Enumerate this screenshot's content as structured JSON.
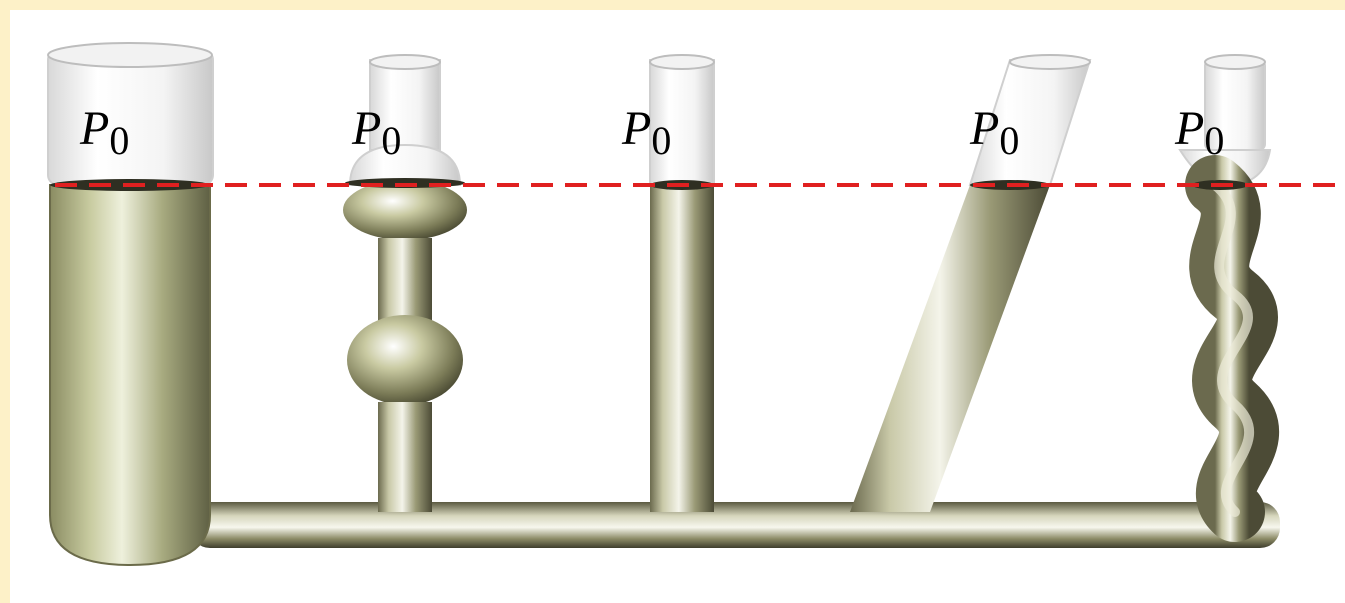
{
  "diagram": {
    "pressure_labels": [
      {
        "symbol": "P",
        "subscript": "0"
      },
      {
        "symbol": "P",
        "subscript": "0"
      },
      {
        "symbol": "P",
        "subscript": "0"
      },
      {
        "symbol": "P",
        "subscript": "0"
      },
      {
        "symbol": "P",
        "subscript": "0"
      }
    ],
    "reference_line_color": "#e02020",
    "liquid_color": "#b9bd8c",
    "background_border_color": "#fdf1c8"
  }
}
